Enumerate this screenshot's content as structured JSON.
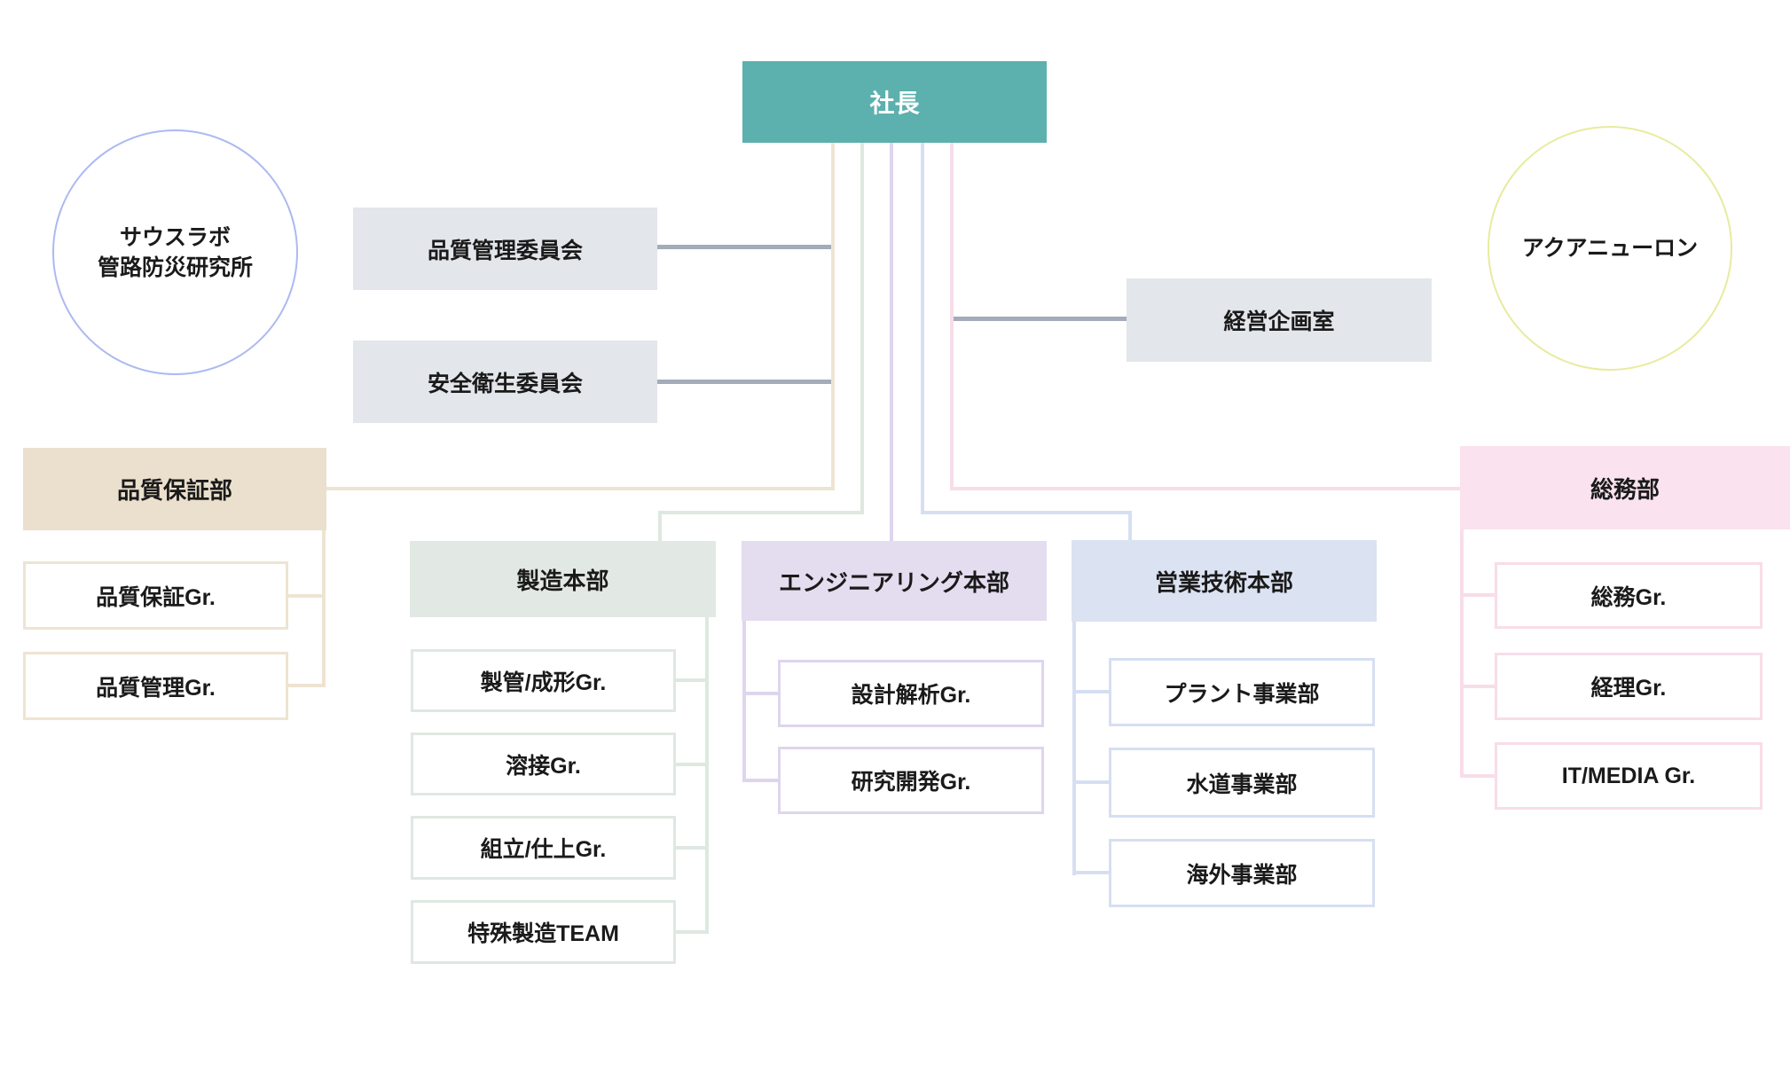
{
  "palette": {
    "president_bg": "#5CB0AD",
    "gray_box_bg": "#E3E6EA",
    "gray_line": "#A3ACB8",
    "qa_bg": "#EBE0CD",
    "qa_line": "#EEE4D2",
    "mfg_bg": "#E2E9E4",
    "mfg_line": "#DEE8E1",
    "eng_bg": "#E4DCEF",
    "eng_line": "#DED5EE",
    "sales_bg": "#DBE2F1",
    "sales_line": "#D6DFF2",
    "adm_bg": "#FAE2EE",
    "adm_line": "#F8DDE9",
    "circle_left_border": "#ADB9F1",
    "circle_right_border": "#E8EB9E",
    "text": "#1A1A1A"
  },
  "president": {
    "label": "社長"
  },
  "circles": {
    "left": {
      "line1": "サウスラボ",
      "line2": "管路防災研究所"
    },
    "right": {
      "label": "アクアニューロン"
    }
  },
  "staff": {
    "quality_committee": "品質管理委員会",
    "safety_committee": "安全衛生委員会",
    "planning_office": "経営企画室"
  },
  "departments": [
    {
      "id": "qa",
      "label": "品質保証部",
      "children": [
        "品質保証Gr.",
        "品質管理Gr."
      ]
    },
    {
      "id": "mfg",
      "label": "製造本部",
      "children": [
        "製管/成形Gr.",
        "溶接Gr.",
        "組立/仕上Gr.",
        "特殊製造TEAM"
      ]
    },
    {
      "id": "eng",
      "label": "エンジニアリング本部",
      "children": [
        "設計解析Gr.",
        "研究開発Gr."
      ]
    },
    {
      "id": "sales",
      "label": "営業技術本部",
      "children": [
        "プラント事業部",
        "水道事業部",
        "海外事業部"
      ]
    },
    {
      "id": "adm",
      "label": "総務部",
      "children": [
        "総務Gr.",
        "経理Gr.",
        "IT/MEDIA Gr."
      ]
    }
  ]
}
